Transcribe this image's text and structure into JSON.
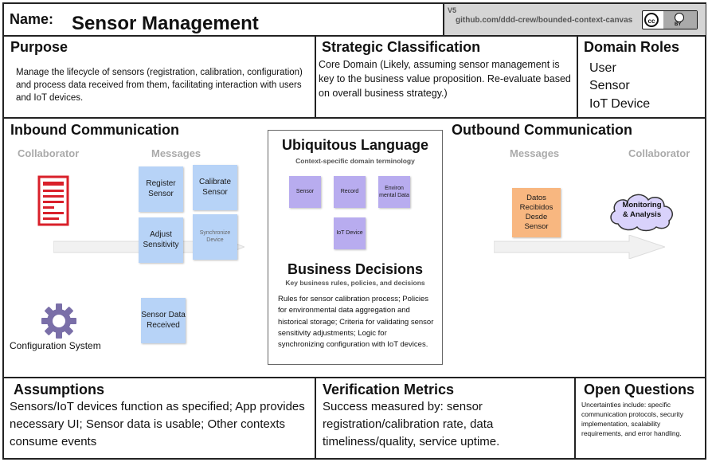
{
  "header": {
    "name_label": "Name:",
    "name_value": "Sensor Management",
    "version": "V5",
    "url": "github.com/ddd-crew/bounded-context-canvas",
    "license_cc": "cc",
    "license_by": "BY"
  },
  "purpose": {
    "title": "Purpose",
    "text": "Manage the lifecycle of sensors (registration, calibration, configuration) and process data received from them, facilitating interaction with users and IoT devices."
  },
  "strategic": {
    "title": "Strategic Classification",
    "text": "Core Domain (Likely, assuming sensor management is key to the business value proposition. Re-evaluate based on overall business strategy.)"
  },
  "roles": {
    "title": "Domain Roles",
    "items": [
      "User",
      "Sensor",
      "IoT Device"
    ]
  },
  "inbound": {
    "title": "Inbound Communication",
    "collaborator_label": "Collaborator",
    "messages_label": "Messages",
    "config_system": "Configuration System",
    "notes": [
      "Register Sensor",
      "Calibrate Sensor",
      "Adjust Sensitivity",
      "Synchronize Device",
      "Sensor Data Received"
    ]
  },
  "language": {
    "title": "Ubiquitous Language",
    "subtitle": "Context-specific domain terminology",
    "terms": [
      "Sensor",
      "Record",
      "Environ mental Data",
      "IoT Device"
    ]
  },
  "decisions": {
    "title": "Business Decisions",
    "subtitle": "Key business rules, policies, and decisions",
    "text": "Rules for sensor calibration process; Policies for environmental data aggregation and historical storage; Criteria for validating sensor sensitivity adjustments; Logic for synchronizing configuration with IoT devices."
  },
  "outbound": {
    "title": "Outbound Communication",
    "messages_label": "Messages",
    "collaborator_label": "Collaborator",
    "note": "Datos Recibidos Desde Sensor",
    "cloud": "Monitoring & Analysis"
  },
  "assumptions": {
    "title": "Assumptions",
    "text": "Sensors/IoT devices function as specified; App provides necessary UI; Sensor data is usable; Other contexts consume events"
  },
  "verification": {
    "title": "Verification Metrics",
    "text": "Success measured by: sensor registration/calibration rate, data timeliness/quality, service uptime."
  },
  "questions": {
    "title": "Open Questions",
    "text": "Uncertainties include: specific communication protocols, security implementation, scalability requirements, and error handling."
  },
  "colors": {
    "note_blue": "#b7d3f7",
    "note_purple": "#b8acef",
    "note_orange": "#f8b780",
    "cloud": "#d9d2fb",
    "icon_red": "#d9202a",
    "icon_gear": "#7a6fa8"
  },
  "icons": [
    "document-icon",
    "gear-icon",
    "cloud-icon",
    "arrow-icon"
  ]
}
